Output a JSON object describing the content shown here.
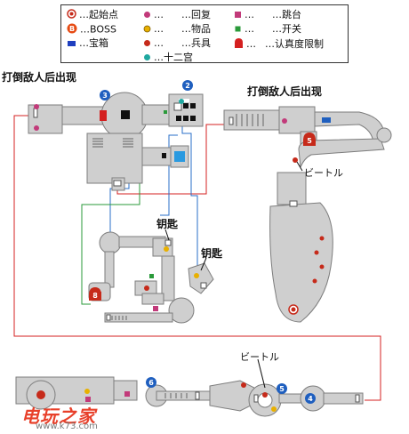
{
  "legend": {
    "start": "…起始点",
    "boss_badge": "B",
    "boss": "…BOSS",
    "chest": "…宝箱",
    "heal": "…回复",
    "item": "…物品",
    "weapon": "…兵具",
    "palace": "…十二宫",
    "jump": "…跳台",
    "switch": "…开关",
    "lock": "…认真度限制"
  },
  "annotations": {
    "defeat_left": "打倒敌人后出现",
    "defeat_right": "打倒敌人后出现",
    "key_1": "钥匙",
    "key_2": "钥匙",
    "beetle_1": "ビートル",
    "beetle_2": "ビートル"
  },
  "markers": {
    "area2": "2",
    "area3": "3",
    "area4": "4",
    "area5_top": "5",
    "area5_bottom": "5",
    "area6": "6",
    "area8": "8"
  },
  "watermark": {
    "brand": "电玩之家",
    "url": "www.k73.com"
  },
  "colors": {
    "map_fill": "#cfcfcf",
    "map_stroke": "#7d7d7d",
    "route_red": "#d42020",
    "route_blue": "#2a6fc9",
    "route_green": "#2a9a3a",
    "marker_blue": "#1f5fbf",
    "marker_red": "#c62a1a",
    "heal_pink": "#c23a7a",
    "item_yellow": "#e8b000",
    "palace_teal": "#20a8a0"
  }
}
